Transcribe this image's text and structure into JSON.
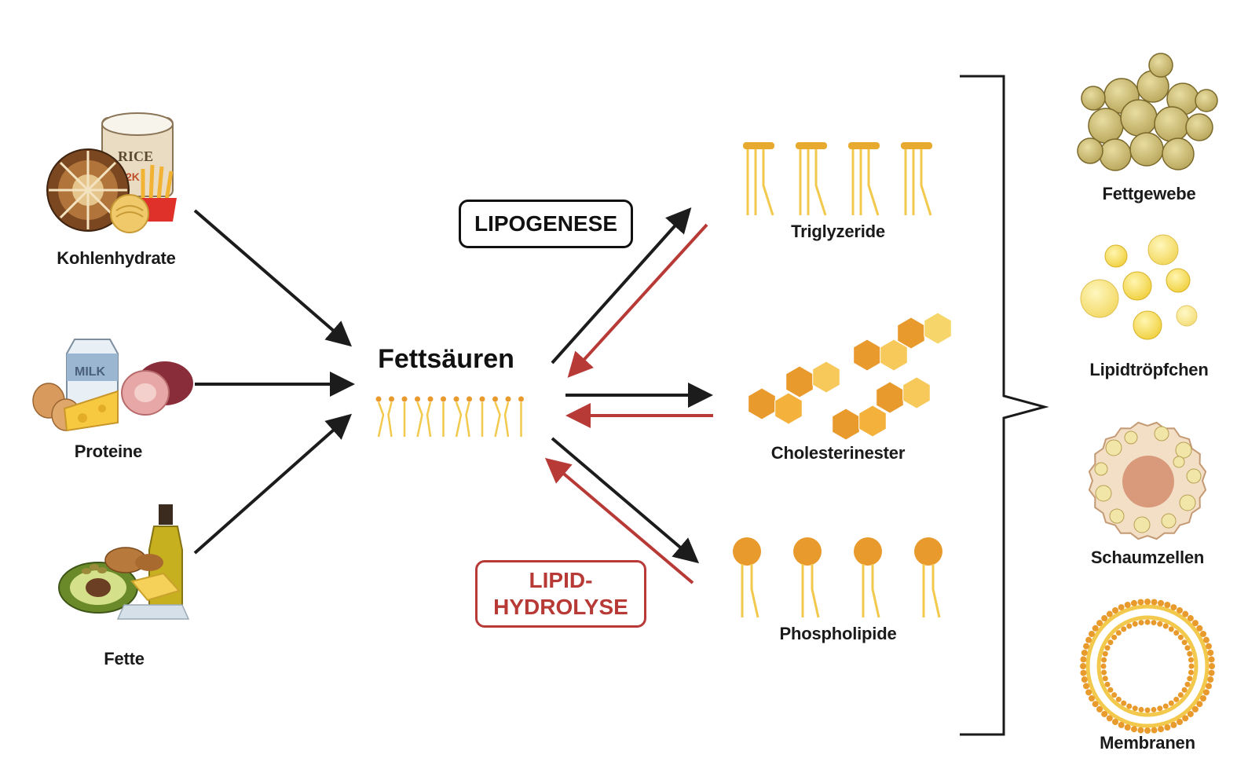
{
  "sources": {
    "carbs": "Kohlenhydrate",
    "proteins": "Proteine",
    "fats": "Fette"
  },
  "food_text": {
    "rice": "RICE",
    "rice_weight": "2K",
    "milk": "MILK"
  },
  "center": "Fettsäuren",
  "processes": {
    "lipogenesis": "LIPOGENESE",
    "hydrolysis_line1": "LIPID-",
    "hydrolysis_line2": "HYDROLYSE"
  },
  "products": {
    "triglycerides": "Triglyzeride",
    "cholesterol_esters": "Cholesterinester",
    "phospholipids": "Phospholipide"
  },
  "storage": {
    "adipose": "Fettgewebe",
    "droplets": "Lipidtröpfchen",
    "foam_cells": "Schaumzellen",
    "membranes": "Membranen"
  },
  "colors": {
    "forward_arrow": "#1c1c1c",
    "reverse_arrow": "#b73a36",
    "lipid_yellow": "#f2c94c",
    "lipid_orange": "#e99a2c"
  }
}
